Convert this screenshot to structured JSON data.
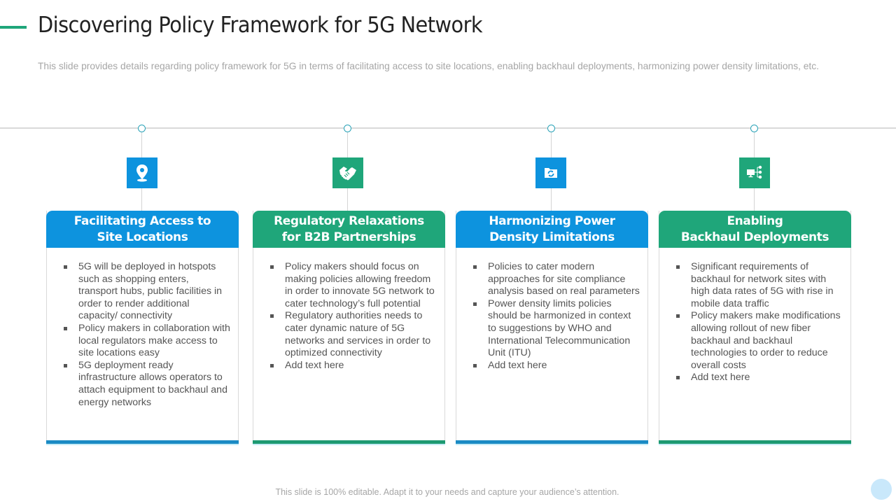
{
  "slide": {
    "title": "Discovering Policy Framework for 5G Network",
    "subtitle": "This slide provides details regarding policy framework for 5G in terms of facilitating access to site locations, enabling backhaul deployments, harmonizing power density limitations, etc.",
    "footer": "This slide is 100% editable. Adapt it to your needs and capture your audience’s attention."
  },
  "colors": {
    "accent_green": "#1fa67a",
    "accent_blue": "#0d93de",
    "timeline": "#d9d9d9",
    "node_border": "#2aa3b8",
    "body_text": "#555555",
    "muted_text": "#a6a6a6"
  },
  "cards": [
    {
      "icon": "location-pin-icon",
      "color": "blue",
      "title_line1": "Facilitating Access to",
      "title_line2": "Site Locations",
      "bullets": [
        "5G will be deployed in hotspots such as shopping enters, transport hubs, public facilities in order to render additional capacity/ connectivity",
        "Policy makers in collaboration with local regulators make access to site locations easy",
        "5G deployment ready infrastructure allows operators to attach equipment to backhaul and energy networks"
      ]
    },
    {
      "icon": "handshake-icon",
      "color": "green",
      "title_line1": "Regulatory Relaxations",
      "title_line2": "for B2B Partnerships",
      "bullets": [
        "Policy makers should focus on making policies allowing freedom in order to innovate 5G network to cater technology’s full potential",
        "Regulatory authorities needs to cater dynamic nature of 5G networks and services in order to optimized connectivity",
        "Add text here"
      ]
    },
    {
      "icon": "folder-sync-icon",
      "color": "blue",
      "title_line1": "Harmonizing Power",
      "title_line2": "Density Limitations",
      "bullets": [
        "Policies to cater modern approaches for site compliance analysis based on real parameters",
        "Power density limits policies should be harmonized in context to suggestions by WHO and International Telecommunication Unit (ITU)",
        "Add text here"
      ]
    },
    {
      "icon": "computer-network-icon",
      "color": "green",
      "title_line1": "Enabling",
      "title_line2": "Backhaul Deployments",
      "bullets": [
        "Significant requirements of backhaul for network sites with high data rates of 5G with rise in mobile data traffic",
        "Policy makers make modifications allowing rollout of new fiber backhaul and backhaul technologies to order to reduce overall costs",
        "Add text here"
      ]
    }
  ]
}
